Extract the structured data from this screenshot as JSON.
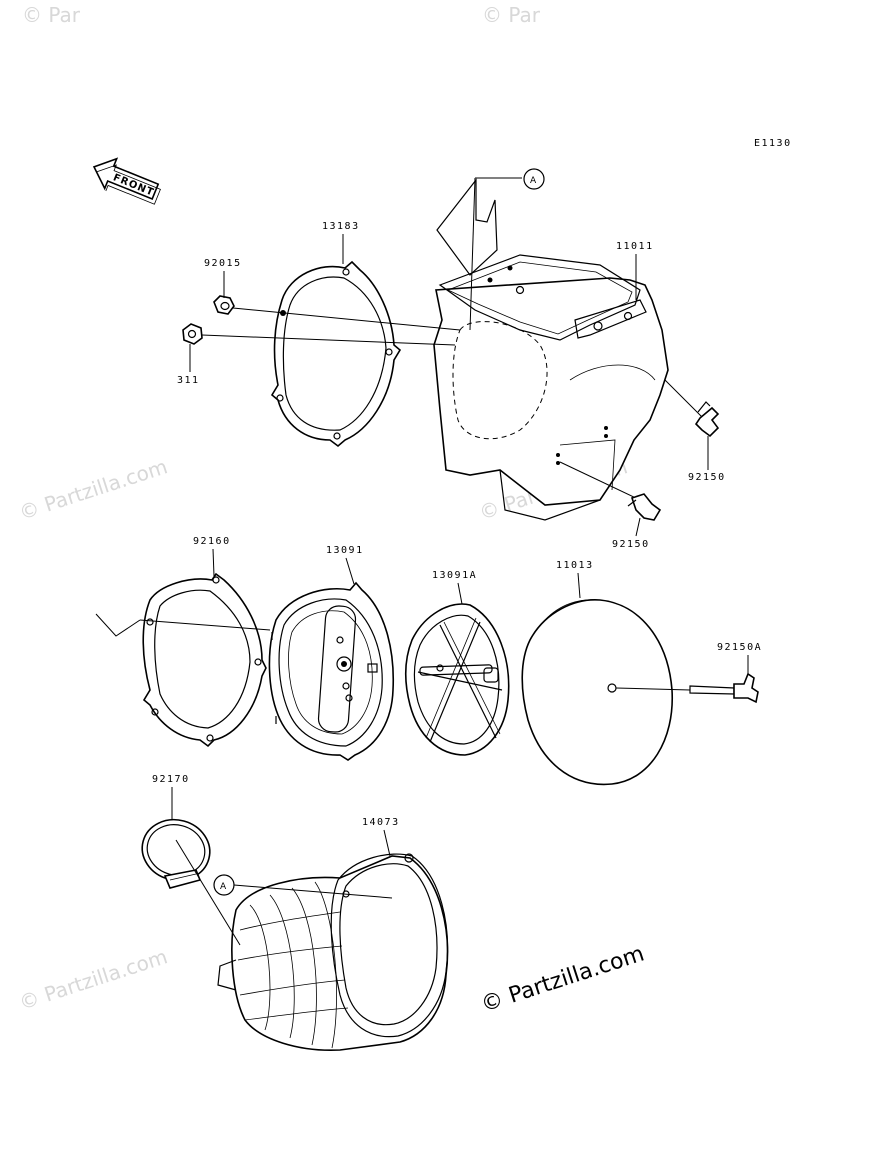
{
  "diagram_code": "E1130",
  "front_label": "FRONT",
  "ref_marker": "A",
  "watermark_main": "© Partzilla.com",
  "watermark_faint": "© Partzilla.com",
  "watermark_corner": "© Par",
  "parts": {
    "p13183": "13183",
    "p92015": "92015",
    "p311": "311",
    "p11011": "11011",
    "p92150_top": "92150",
    "p92150_bottom": "92150",
    "p92160": "92160",
    "p13091": "13091",
    "p13091A": "13091A",
    "p11013": "11013",
    "p92150A": "92150A",
    "p92170": "92170",
    "p14073": "14073"
  }
}
